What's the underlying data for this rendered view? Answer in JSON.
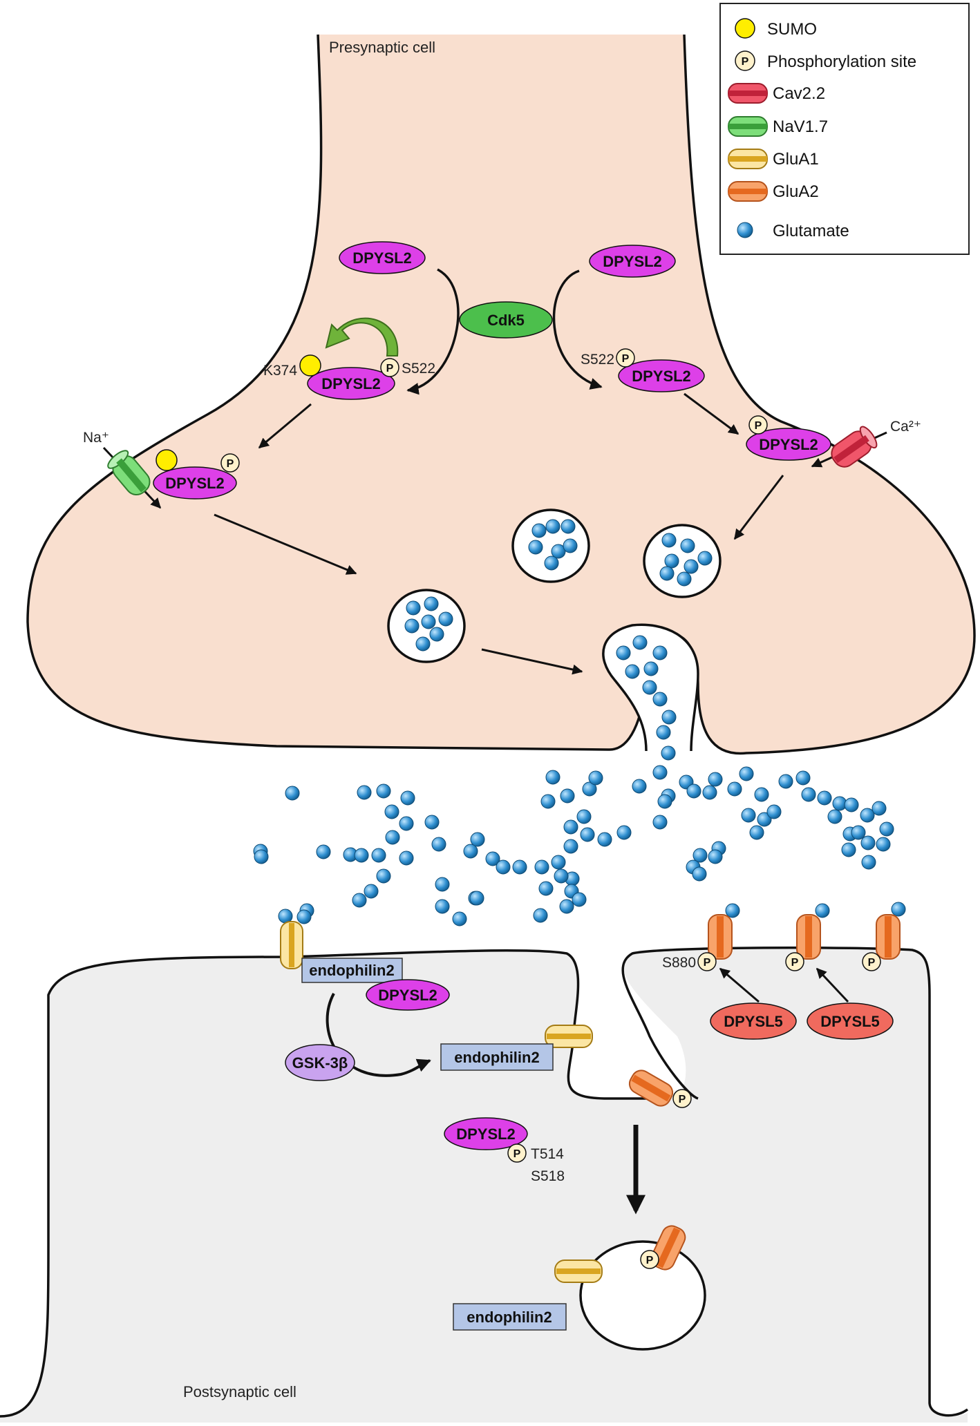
{
  "labels": {
    "presynaptic_cell": "Presynaptic cell",
    "postsynaptic_cell": "Postsynaptic cell",
    "na_ion": "Na⁺",
    "ca_ion": "Ca²⁺",
    "k374": "K374",
    "s522_left": "S522",
    "s522_right": "S522",
    "s880": "S880",
    "t514": "T514",
    "s518": "S518",
    "phospho_mark": "P"
  },
  "proteins": {
    "dpysl2_top_left": "DPYSL2",
    "dpysl2_top_right": "DPYSL2",
    "cdk5": "Cdk5",
    "dpysl2_sumo": "DPYSL2",
    "dpysl2_s522": "DPYSL2",
    "dpysl2_membrane_left": "DPYSL2",
    "dpysl2_membrane_right": "DPYSL2",
    "endophilin2_top": "endophilin2",
    "dpysl2_post": "DPYSL2",
    "gsk3b": "GSK-3β",
    "endophilin2_mid": "endophilin2",
    "dpysl2_t514": "DPYSL2",
    "dpysl5_left": "DPYSL5",
    "dpysl5_right": "DPYSL5",
    "endophilin2_bottom": "endophilin2"
  },
  "legend": {
    "items": [
      {
        "label": "SUMO",
        "icon": "sumo-icon"
      },
      {
        "label": "Phosphorylation site",
        "icon": "phosphorylation-icon"
      },
      {
        "label": "Cav2.2",
        "icon": "cav22-channel-icon"
      },
      {
        "label": "NaV1.7",
        "icon": "nav17-channel-icon"
      },
      {
        "label": "GluA1",
        "icon": "glua1-receptor-icon"
      },
      {
        "label": "GluA2",
        "icon": "glua2-receptor-icon"
      },
      {
        "label": "Glutamate",
        "icon": "glutamate-icon"
      }
    ]
  },
  "colors": {
    "presynaptic_fill": "#f9dfcf",
    "postsynaptic_fill": "#eeeeee",
    "dpysl2": "#dd40e8",
    "cdk5": "#4cbf4c",
    "dpysl5": "#f06a5e",
    "gsk3b": "#c9a3ef",
    "endophilin2": "#b4c6e7",
    "sumo": "#ffee00",
    "phospho": "#fff2cc",
    "glutamate": "#2f8fd0"
  }
}
